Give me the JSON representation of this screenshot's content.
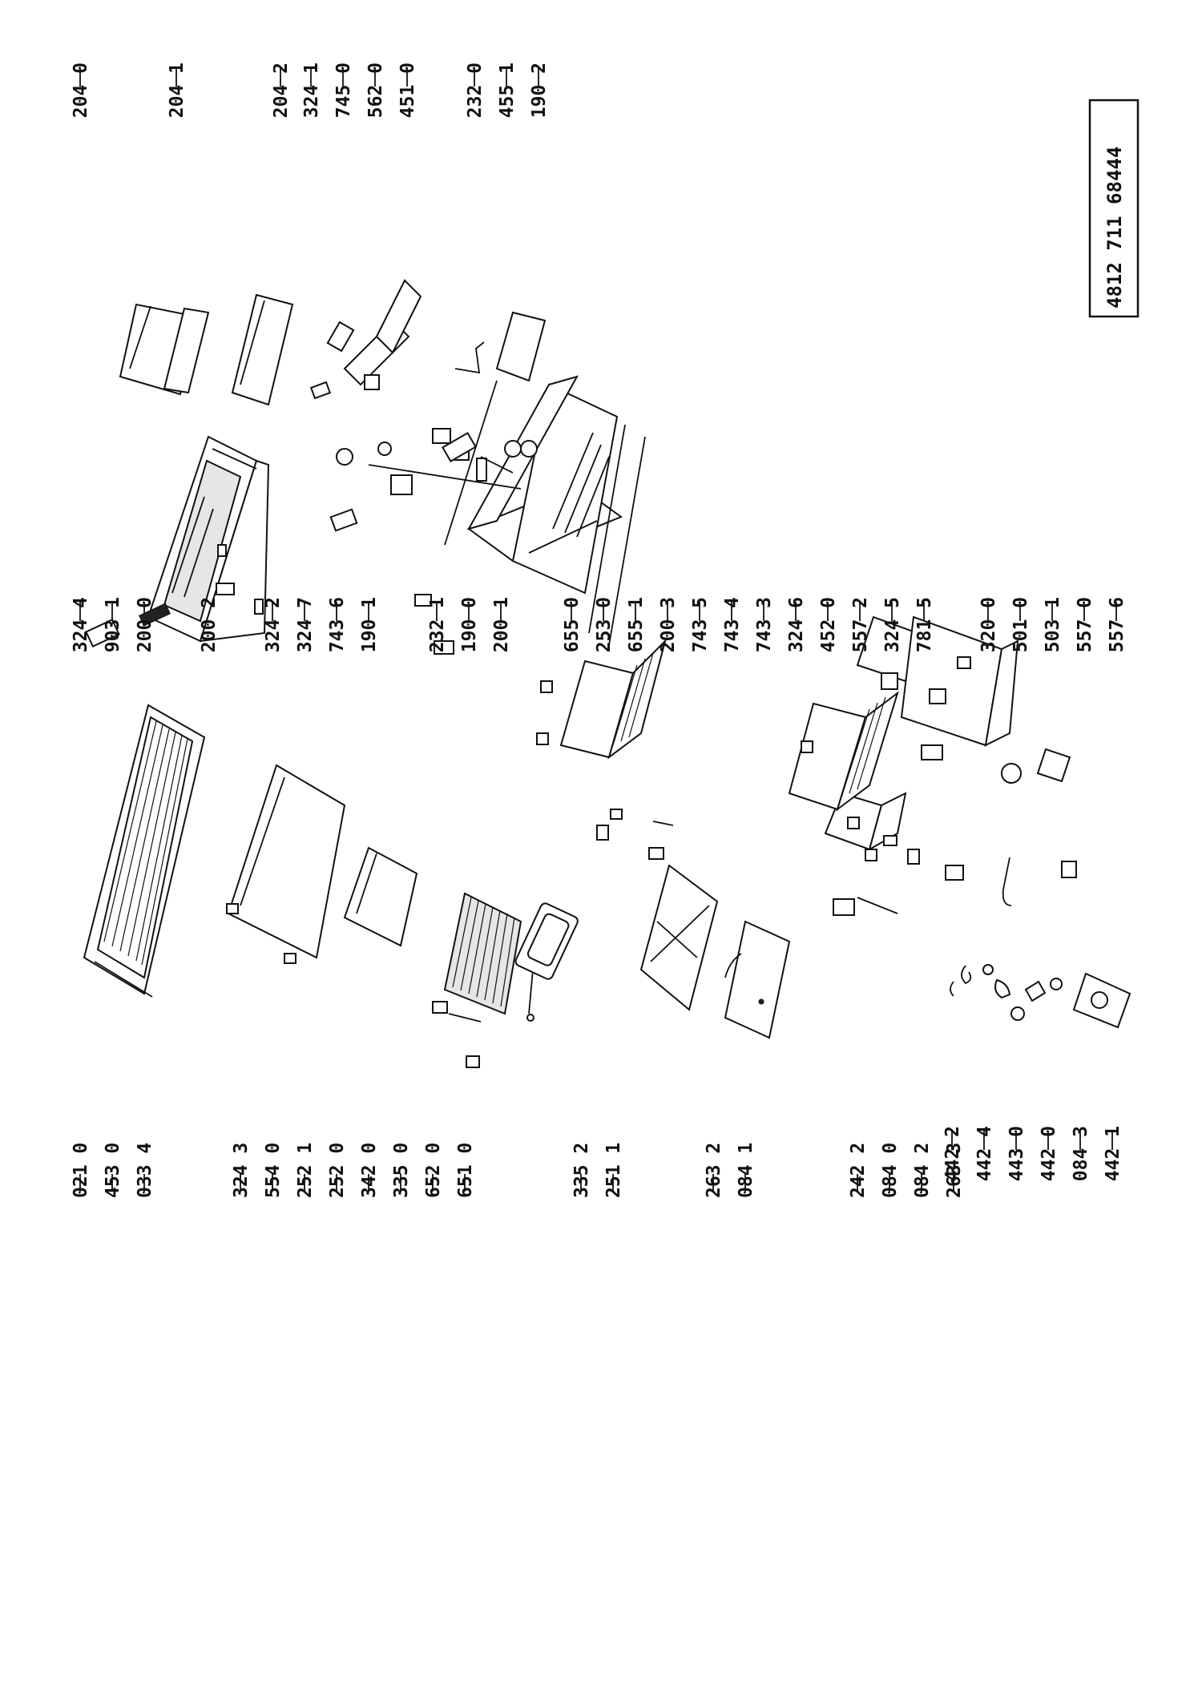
{
  "diagram": {
    "part_number": "4812 711 68444",
    "columns": {
      "col1_top": [
        "204 0",
        "204 1",
        "204 2",
        "324 1",
        "745 0",
        "562 0",
        "451 0",
        "232 0",
        "455 1",
        "190 2"
      ],
      "col1_bottom": [
        "442 2",
        "442 4",
        "443 0",
        "442 0",
        "084 3",
        "442 1"
      ],
      "col2_top": [
        "324 4",
        "903 1",
        "200 0",
        "200 2",
        "324 2",
        "324 7",
        "743 6",
        "190 1",
        "232 1",
        "190 0",
        "200 1",
        "655 0",
        "253 0",
        "655 1",
        "200 3"
      ],
      "col2_bottom": [
        "743 5",
        "743 4",
        "743 3",
        "324 6",
        "452 0",
        "557 2",
        "324 5",
        "781 5",
        "320 0",
        "501 0",
        "503 1",
        "557 0",
        "557 6"
      ],
      "col3_top": [
        "021 0",
        "453 0",
        "033 4"
      ],
      "col3_mid": [
        "324 3",
        "554 0",
        "252 1",
        "252 0",
        "342 0",
        "335 0",
        "652 0",
        "651 0",
        "335 2",
        "251 1"
      ],
      "col3_bottom": [
        "263 2",
        "084 1",
        "242 2",
        "084 0",
        "084 2",
        "263 3"
      ]
    }
  }
}
